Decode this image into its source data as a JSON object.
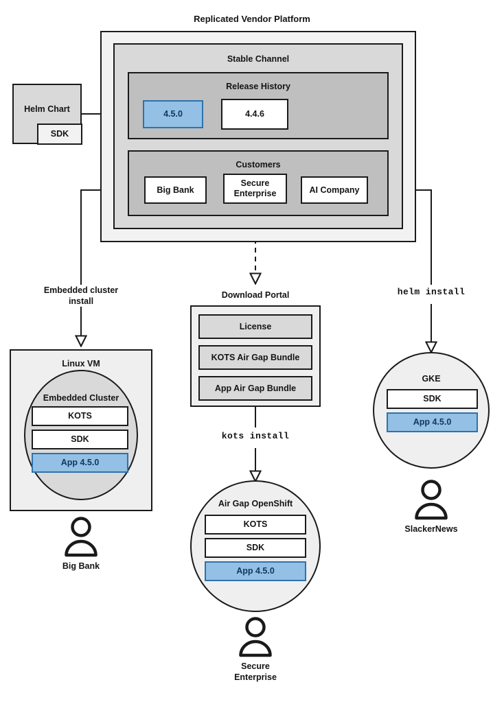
{
  "diagram": {
    "title": "Replicated Vendor Platform",
    "colors": {
      "accent_blue_fill": "#93c0e4",
      "accent_blue_border": "#2d72ad",
      "accent_blue_text": "#12365c",
      "shell_outer": "#f2f2f2",
      "shell_mid": "#d9d9d9",
      "shell_inner": "#bfbfbf",
      "stroke": "#1a1a1a",
      "node_fill": "#ffffff",
      "ellipse_fill": "#efefef"
    }
  },
  "source": {
    "helm_chart": {
      "label": "Helm Chart",
      "sdk_label": "SDK"
    }
  },
  "platform": {
    "channel_title": "Stable Channel",
    "release_history": {
      "title": "Release History",
      "releases": [
        {
          "version": "4.5.0",
          "state": "current"
        },
        {
          "version": "4.4.6",
          "state": "previous"
        }
      ]
    },
    "customers": {
      "title": "Customers",
      "items": [
        {
          "name": "Big Bank"
        },
        {
          "name": "Secure\nEnterprise"
        },
        {
          "name": "AI Company"
        }
      ]
    }
  },
  "edges": [
    {
      "id": "embedded-cluster-install",
      "label": "Embedded cluster\ninstall",
      "style": "solid",
      "mono": false
    },
    {
      "id": "download-portal-link",
      "label": "",
      "style": "dashed",
      "mono": false
    },
    {
      "id": "helm-install",
      "label": "helm install",
      "style": "solid",
      "mono": true
    },
    {
      "id": "kots-install",
      "label": "kots install",
      "style": "solid",
      "mono": true
    }
  ],
  "targets": {
    "linux_vm": {
      "title": "Linux VM",
      "cluster_title": "Embedded Cluster",
      "components": [
        {
          "label": "KOTS",
          "highlight": false
        },
        {
          "label": "SDK",
          "highlight": false
        },
        {
          "label": "App 4.5.0",
          "highlight": true
        }
      ]
    },
    "download_portal": {
      "title": "Download Portal",
      "artifacts": [
        {
          "label": "License"
        },
        {
          "label": "KOTS Air Gap Bundle"
        },
        {
          "label": "App Air Gap Bundle"
        }
      ]
    },
    "gke": {
      "title": "GKE",
      "components": [
        {
          "label": "SDK",
          "highlight": false
        },
        {
          "label": "App 4.5.0",
          "highlight": true
        }
      ]
    },
    "airgap_openshift": {
      "title": "Air Gap OpenShift",
      "components": [
        {
          "label": "KOTS",
          "highlight": false
        },
        {
          "label": "SDK",
          "highlight": false
        },
        {
          "label": "App 4.5.0",
          "highlight": true
        }
      ]
    }
  },
  "actors": [
    {
      "id": "big-bank",
      "name": "Big Bank"
    },
    {
      "id": "secure-enterprise",
      "name": "Secure\nEnterprise"
    },
    {
      "id": "slackernews",
      "name": "SlackerNews"
    }
  ]
}
